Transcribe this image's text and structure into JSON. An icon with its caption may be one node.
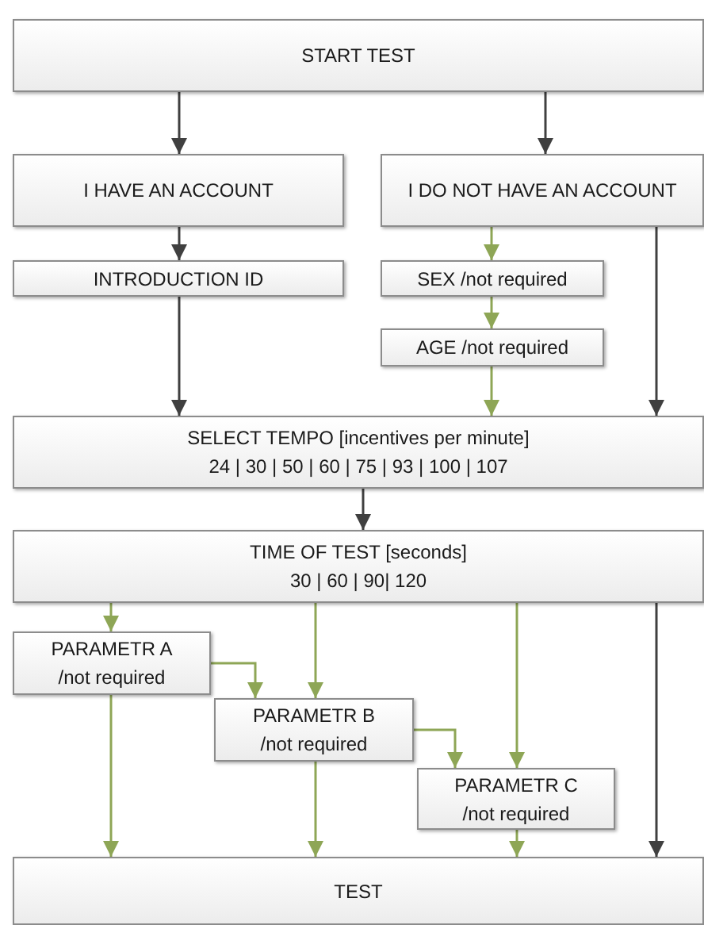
{
  "diagram": {
    "nodes": [
      {
        "text": [
          "START TEST"
        ]
      },
      {
        "text": [
          "I HAVE AN ACCOUNT"
        ]
      },
      {
        "text": [
          "I DO NOT HAVE AN ACCOUNT"
        ]
      },
      {
        "text": [
          "INTRODUCTION ID"
        ]
      },
      {
        "text": [
          "SEX /not required"
        ]
      },
      {
        "text": [
          "AGE /not required"
        ]
      },
      {
        "text": [
          "SELECT TEMPO [incentives per minute]",
          "24 | 30 | 50 | 60 | 75 | 93 | 100 | 107"
        ]
      },
      {
        "text": [
          "TIME OF TEST [seconds]",
          "30 | 60 | 90| 120"
        ]
      },
      {
        "text": [
          "PARAMETR A",
          "/not required"
        ]
      },
      {
        "text": [
          "PARAMETR B",
          "/not required"
        ]
      },
      {
        "text": [
          "PARAMETR C",
          "/not required"
        ]
      },
      {
        "text": [
          "TEST"
        ]
      }
    ],
    "edges": [
      {
        "from": 0,
        "to": 1,
        "arrow": "to",
        "color": "#404040"
      },
      {
        "from": 0,
        "to": 2,
        "arrow": "to",
        "color": "#404040"
      },
      {
        "from": 1,
        "to": 3,
        "arrow": "to",
        "color": "#404040"
      },
      {
        "from": 2,
        "to": 4,
        "arrow": "to"
      },
      {
        "from": 4,
        "to": 5,
        "arrow": "to"
      },
      {
        "from": 3,
        "to": 6,
        "arrow": "to",
        "color": "#404040"
      },
      {
        "from": 5,
        "to": 6,
        "arrow": "to"
      },
      {
        "from": 2,
        "to": 6,
        "arrow": "to",
        "color": "#404040"
      },
      {
        "from": 6,
        "to": 7,
        "arrow": "to",
        "color": "#404040"
      },
      {
        "from": 7,
        "to": 8,
        "arrow": "to"
      },
      {
        "from": 7,
        "to": 9,
        "arrow": "to"
      },
      {
        "from": 7,
        "to": 10,
        "arrow": "to"
      },
      {
        "from": 7,
        "to": 11,
        "arrow": "to",
        "color": "#404040"
      },
      {
        "from": 8,
        "to": 9,
        "arrow": "to"
      },
      {
        "from": 8,
        "to": 11,
        "arrow": "to"
      },
      {
        "from": 9,
        "to": 10,
        "arrow": "to"
      },
      {
        "from": 9,
        "to": 11,
        "arrow": "to"
      },
      {
        "from": 10,
        "to": 11,
        "arrow": "to"
      }
    ]
  }
}
